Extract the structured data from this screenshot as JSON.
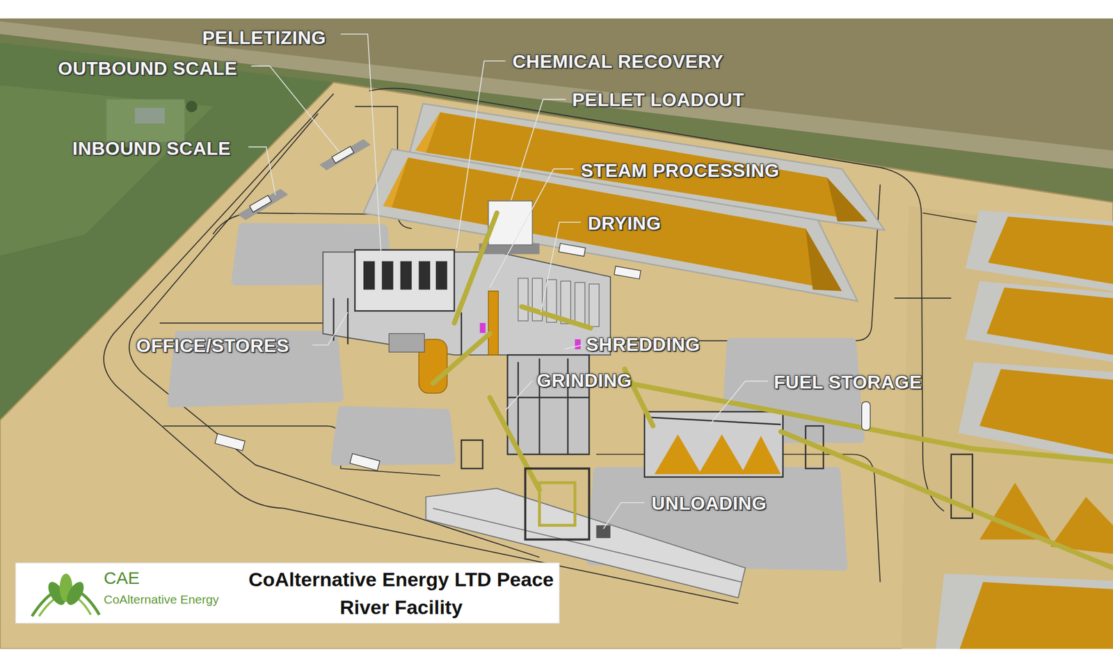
{
  "diagram": {
    "nodes": [
      {
        "text": [
          "CAE",
          "CoAlternative Energy",
          "CoAlternative Energy LTD Peace River Facility"
        ]
      }
    ],
    "labels": [
      "PELLETIZING",
      "CHEMICAL RECOVERY",
      "OUTBOUND SCALE",
      "PELLET LOADOUT",
      "INBOUND SCALE",
      "STEAM PROCESSING",
      "DRYING",
      "OFFICE/STORES",
      "SHREDDING",
      "GRINDING",
      "FUEL STORAGE",
      "UNLOADING"
    ]
  }
}
